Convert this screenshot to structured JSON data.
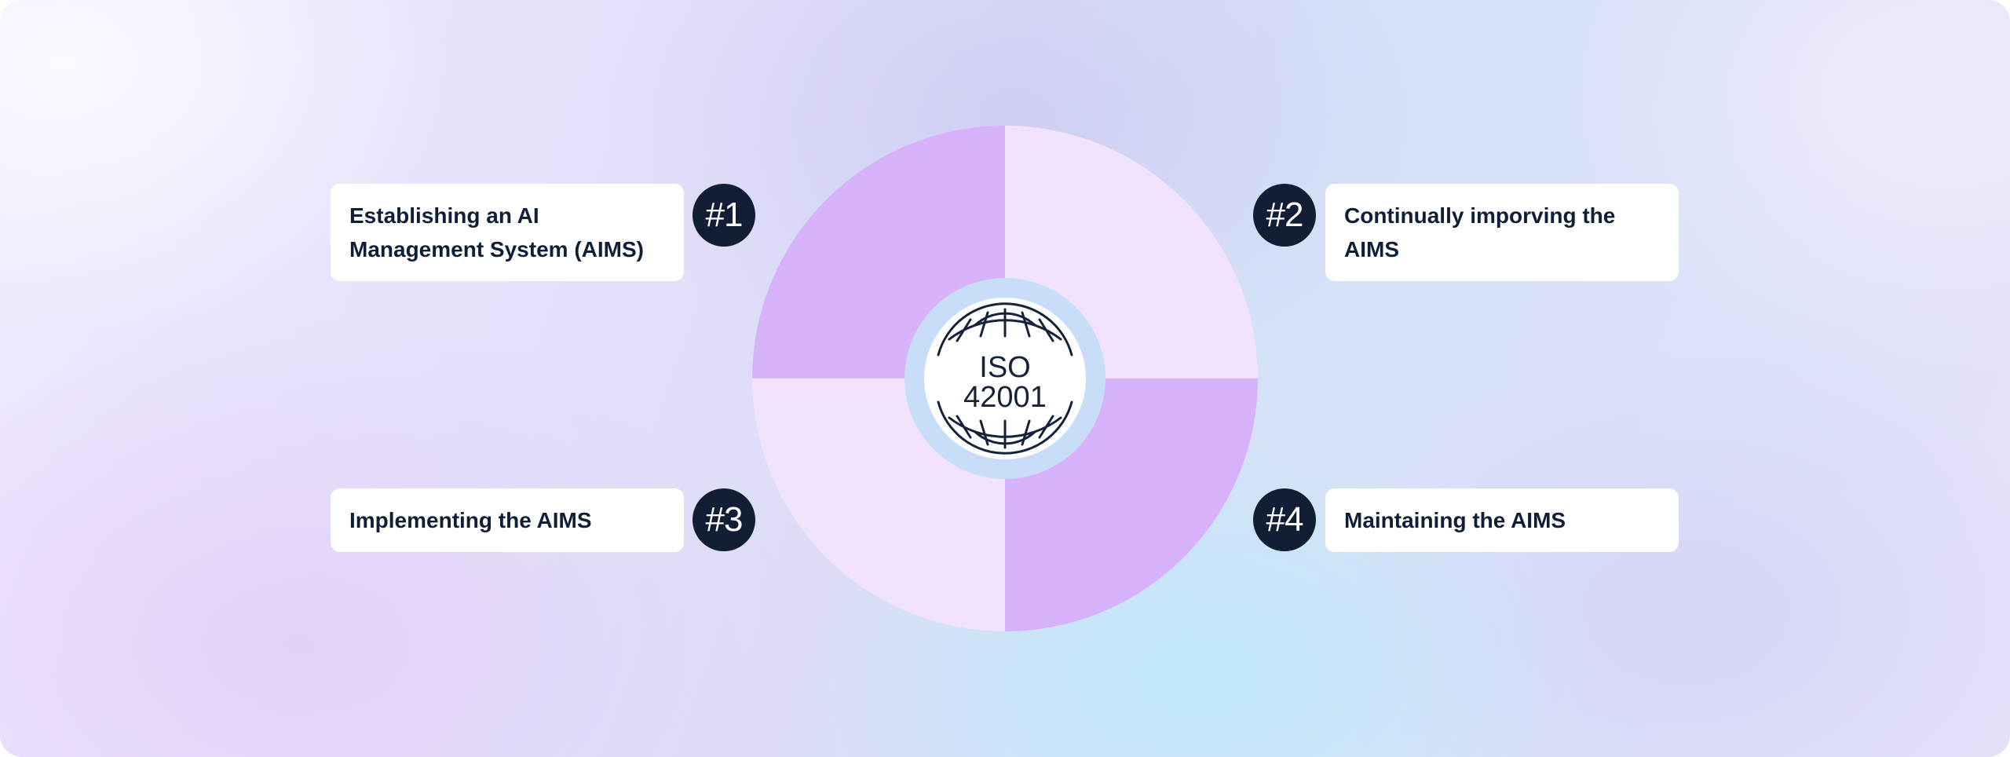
{
  "diagram": {
    "center_label_line1": "ISO",
    "center_label_line2": "42001",
    "steps": [
      {
        "badge": "#1",
        "title": "Establishing an AI Management System (AIMS)"
      },
      {
        "badge": "#2",
        "title": "Continually imporving the AIMS"
      },
      {
        "badge": "#3",
        "title": "Implementing the AIMS"
      },
      {
        "badge": "#4",
        "title": "Maintaining the AIMS"
      }
    ]
  },
  "colors": {
    "quadrant_strong": "#d8b1fb",
    "quadrant_light": "#f1e2fd",
    "inner_ring": "#c8ddf8",
    "badge": "#111e36",
    "text": "#0f1f38",
    "card": "#ffffff"
  },
  "icons": {
    "center": "globe-icon"
  }
}
